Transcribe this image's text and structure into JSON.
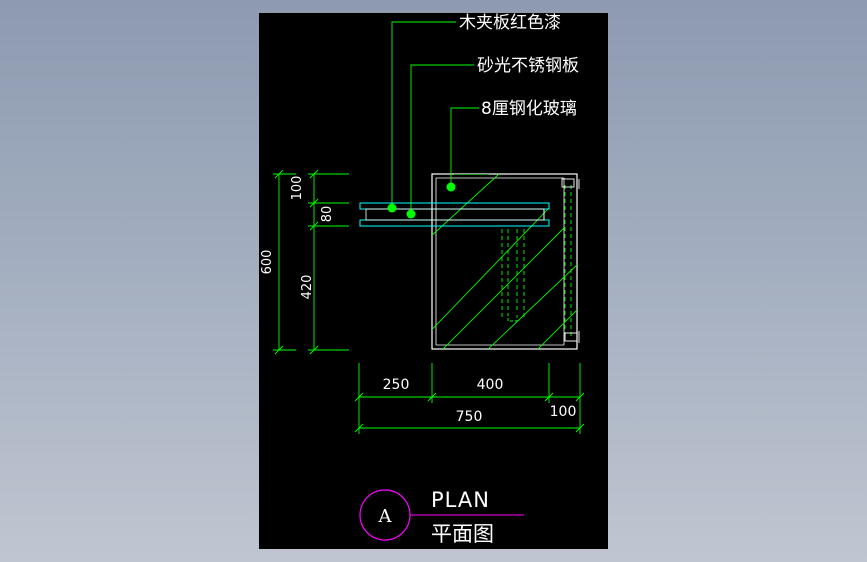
{
  "colors": {
    "background_top": "#8d9ab0",
    "background_bottom": "#c0c6d1",
    "paper": "#000000",
    "dimension": "#00ff00",
    "leader": "#00ff00",
    "glass": "#00ffff",
    "outline": "#ffffff",
    "text": "#ffffff",
    "hatch": "#00ff00",
    "symbol": "#ff00ff"
  },
  "labels": {
    "wood_panel": "木夹板红色漆",
    "stainless_steel": "砂光不锈钢板",
    "tempered_glass": "8厘钢化玻璃"
  },
  "dimensions": {
    "vertical_total": "600",
    "vertical_top": "100",
    "vertical_mid": "80",
    "vertical_bottom": "420",
    "horizontal_left": "250",
    "horizontal_mid": "400",
    "horizontal_right": "100",
    "horizontal_total": "750"
  },
  "title": {
    "symbol_letter": "A",
    "name_en": "PLAN",
    "name_cn": "平面图"
  }
}
